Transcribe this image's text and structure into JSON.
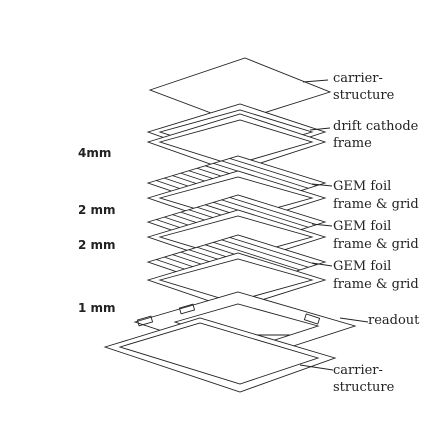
{
  "dimensions": {
    "d1": "4mm",
    "d2": "2 mm",
    "d3": "2 mm",
    "d4": "1 mm"
  },
  "labels": {
    "carrier_top_1": "carrier-",
    "carrier_top_2": "structure",
    "drift_1": "drift cathode",
    "drift_2": "frame",
    "gem1_1": "GEM foil",
    "gem1_2": "frame & grid",
    "gem2_1": "GEM foil",
    "gem2_2": "frame & grid",
    "gem3_1": "GEM foil",
    "gem3_2": "frame & grid",
    "readout": "readout",
    "carrier_bottom_1": "carrier-",
    "carrier_bottom_2": "structure"
  }
}
